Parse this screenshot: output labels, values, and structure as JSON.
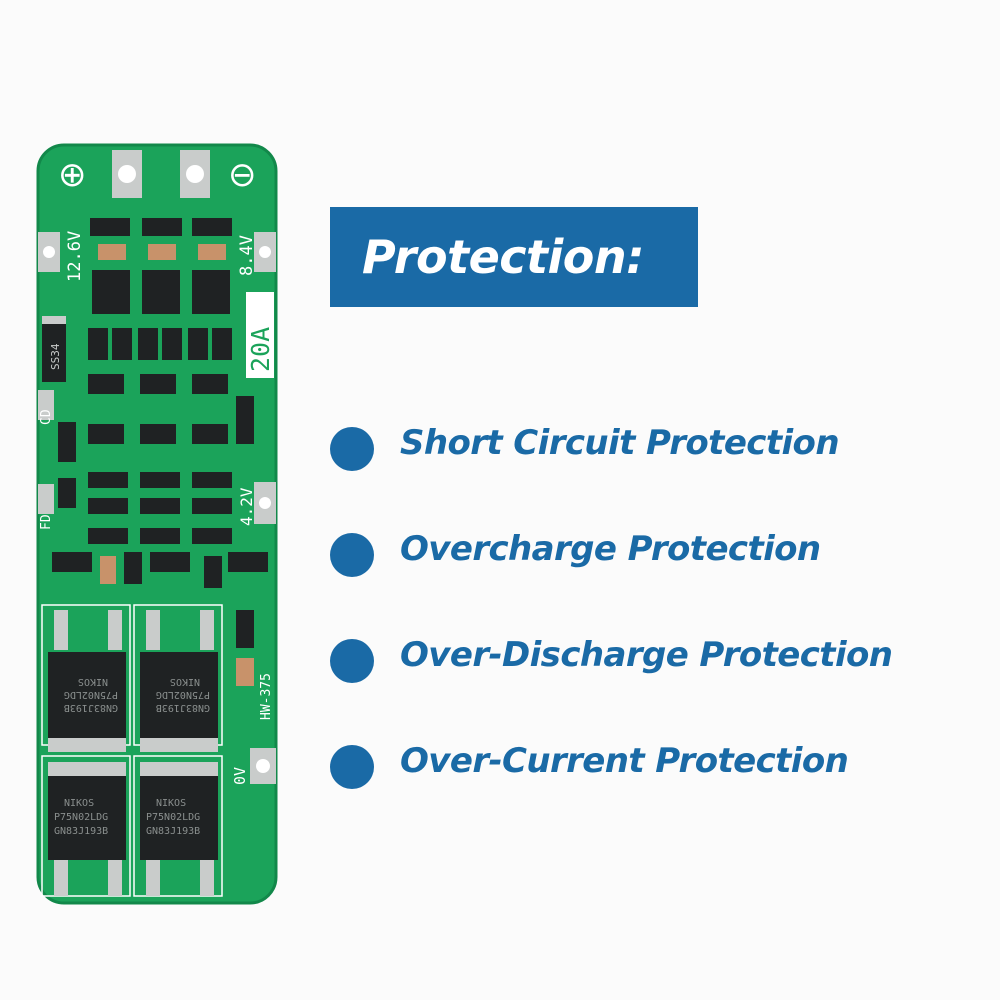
{
  "banner": {
    "title": "Protection:"
  },
  "features": [
    {
      "label": "Short Circuit Protection"
    },
    {
      "label": "Overcharge Protection"
    },
    {
      "label": "Over-Discharge Protection"
    },
    {
      "label": "Over-Current Protection"
    }
  ],
  "board": {
    "plus_symbol": "⊕",
    "minus_symbol": "⊖",
    "label_12v6": "12.6V",
    "label_8v4": "8.4V",
    "label_4v2": "4.2V",
    "label_0v": "0V",
    "label_20a": "20A",
    "label_cd": "CD",
    "label_fd": "FD",
    "label_diode": "SS34",
    "label_model": "HW-375",
    "mosfet_top": {
      "line1": "GN83J193B",
      "line2": "P75N02LDG",
      "line3": "NIKOS"
    },
    "mosfet_bottom": {
      "line1": "NIKOS",
      "line2": "P75N02LDG",
      "line3": "GN83J193B"
    }
  },
  "colors": {
    "accent": "#1a6aa6",
    "board_green": "#1ba35a",
    "board_edge": "#12884a",
    "pad_silver": "#c9cccb",
    "chip_black": "#1f2223"
  }
}
